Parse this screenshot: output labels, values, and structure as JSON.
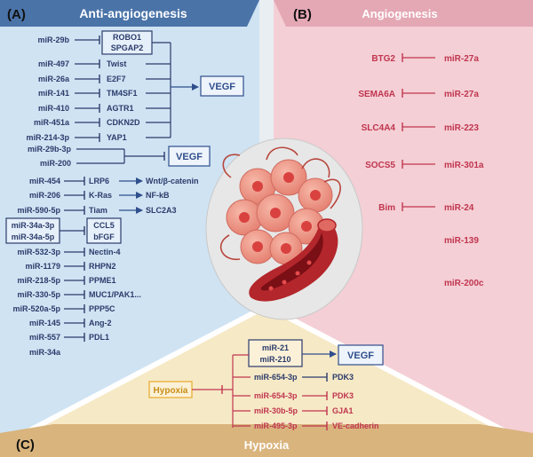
{
  "colors": {
    "panel_a_bg": "#cfe3f3",
    "panel_a_header": "#4a73a8",
    "panel_b_bg": "#f4cfd5",
    "panel_b_header": "#e4a7b4",
    "panel_c_bg": "#f6e9c6",
    "panel_c_header": "#d9b47d",
    "anti_text": "#2b3b6b",
    "angio_text": "#c0354f",
    "hypoxia_box": "#e8a92a",
    "vegf_box": "#3a5ea8"
  },
  "panels": {
    "a": {
      "label": "(A)",
      "title": "Anti-angiogenesis"
    },
    "b": {
      "label": "(B)",
      "title": "Angiogenesis"
    },
    "c": {
      "label": "(C)",
      "title": "Hypoxia"
    }
  },
  "anti": {
    "group1": [
      {
        "mir": "miR-29b",
        "target": "ROBO1\nSPGAP2"
      },
      {
        "mir": "miR-497",
        "target": "Twist"
      },
      {
        "mir": "miR-26a",
        "target": "E2F7"
      },
      {
        "mir": "miR-141",
        "target": "TM4SF1"
      },
      {
        "mir": "miR-410",
        "target": "AGTR1"
      },
      {
        "mir": "miR-451a",
        "target": "CDKN2D"
      },
      {
        "mir": "miR-214-3p",
        "target": "YAP1"
      }
    ],
    "group1_output": "VEGF",
    "group2": [
      "miR-29b-3p",
      "miR-200"
    ],
    "group2_output": "VEGF",
    "chains": [
      {
        "mir": "miR-454",
        "target": "LRP6",
        "downstream": "Wnt/β-catenin"
      },
      {
        "mir": "miR-206",
        "target": "K-Ras",
        "downstream": "NF-kB"
      },
      {
        "mir": "miR-590-5p",
        "target": "Tiam",
        "downstream": "SLC2A3"
      }
    ],
    "boxed_pair": {
      "mirs": [
        "miR-34a-3p",
        "miR-34a-5p"
      ],
      "targets": [
        "CCL5",
        "bFGF"
      ]
    },
    "singles": [
      {
        "mir": "miR-532-3p",
        "target": "Nectin-4"
      },
      {
        "mir": "miR-1179",
        "target": "RHPN2"
      },
      {
        "mir": "miR-218-5p",
        "target": "PPME1"
      },
      {
        "mir": "miR-330-5p",
        "target": "MUC1/PAK1..."
      },
      {
        "mir": "miR-520a-5p",
        "target": "PPP5C"
      },
      {
        "mir": "miR-145",
        "target": "Ang-2"
      },
      {
        "mir": "miR-557",
        "target": "PDL1"
      },
      {
        "mir": "miR-34a",
        "target": ""
      }
    ]
  },
  "angio": [
    {
      "target": "BTG2",
      "mir": "miR-27a"
    },
    {
      "target": "SEMA6A",
      "mir": "miR-27a"
    },
    {
      "target": "SLC4A4",
      "mir": "miR-223"
    },
    {
      "target": "SOCS5",
      "mir": "miR-301a"
    },
    {
      "target": "Bim",
      "mir": "miR-24"
    },
    {
      "target": "",
      "mir": "miR-139"
    },
    {
      "target": "",
      "mir": "miR-200c"
    }
  ],
  "hypoxia": {
    "label": "Hypoxia",
    "boxed": {
      "mirs": [
        "miR-21",
        "miR-210"
      ],
      "output": "VEGF"
    },
    "items": [
      {
        "mir": "miR-654-3p",
        "target": "PDK3",
        "kind": "anti"
      },
      {
        "mir": "miR-654-3p",
        "target": "PDK3",
        "kind": "angio"
      },
      {
        "mir": "miR-30b-5p",
        "target": "GJA1",
        "kind": "angio"
      },
      {
        "mir": "miR-495-3p",
        "target": "VE-cadherin",
        "kind": "angio"
      }
    ]
  }
}
